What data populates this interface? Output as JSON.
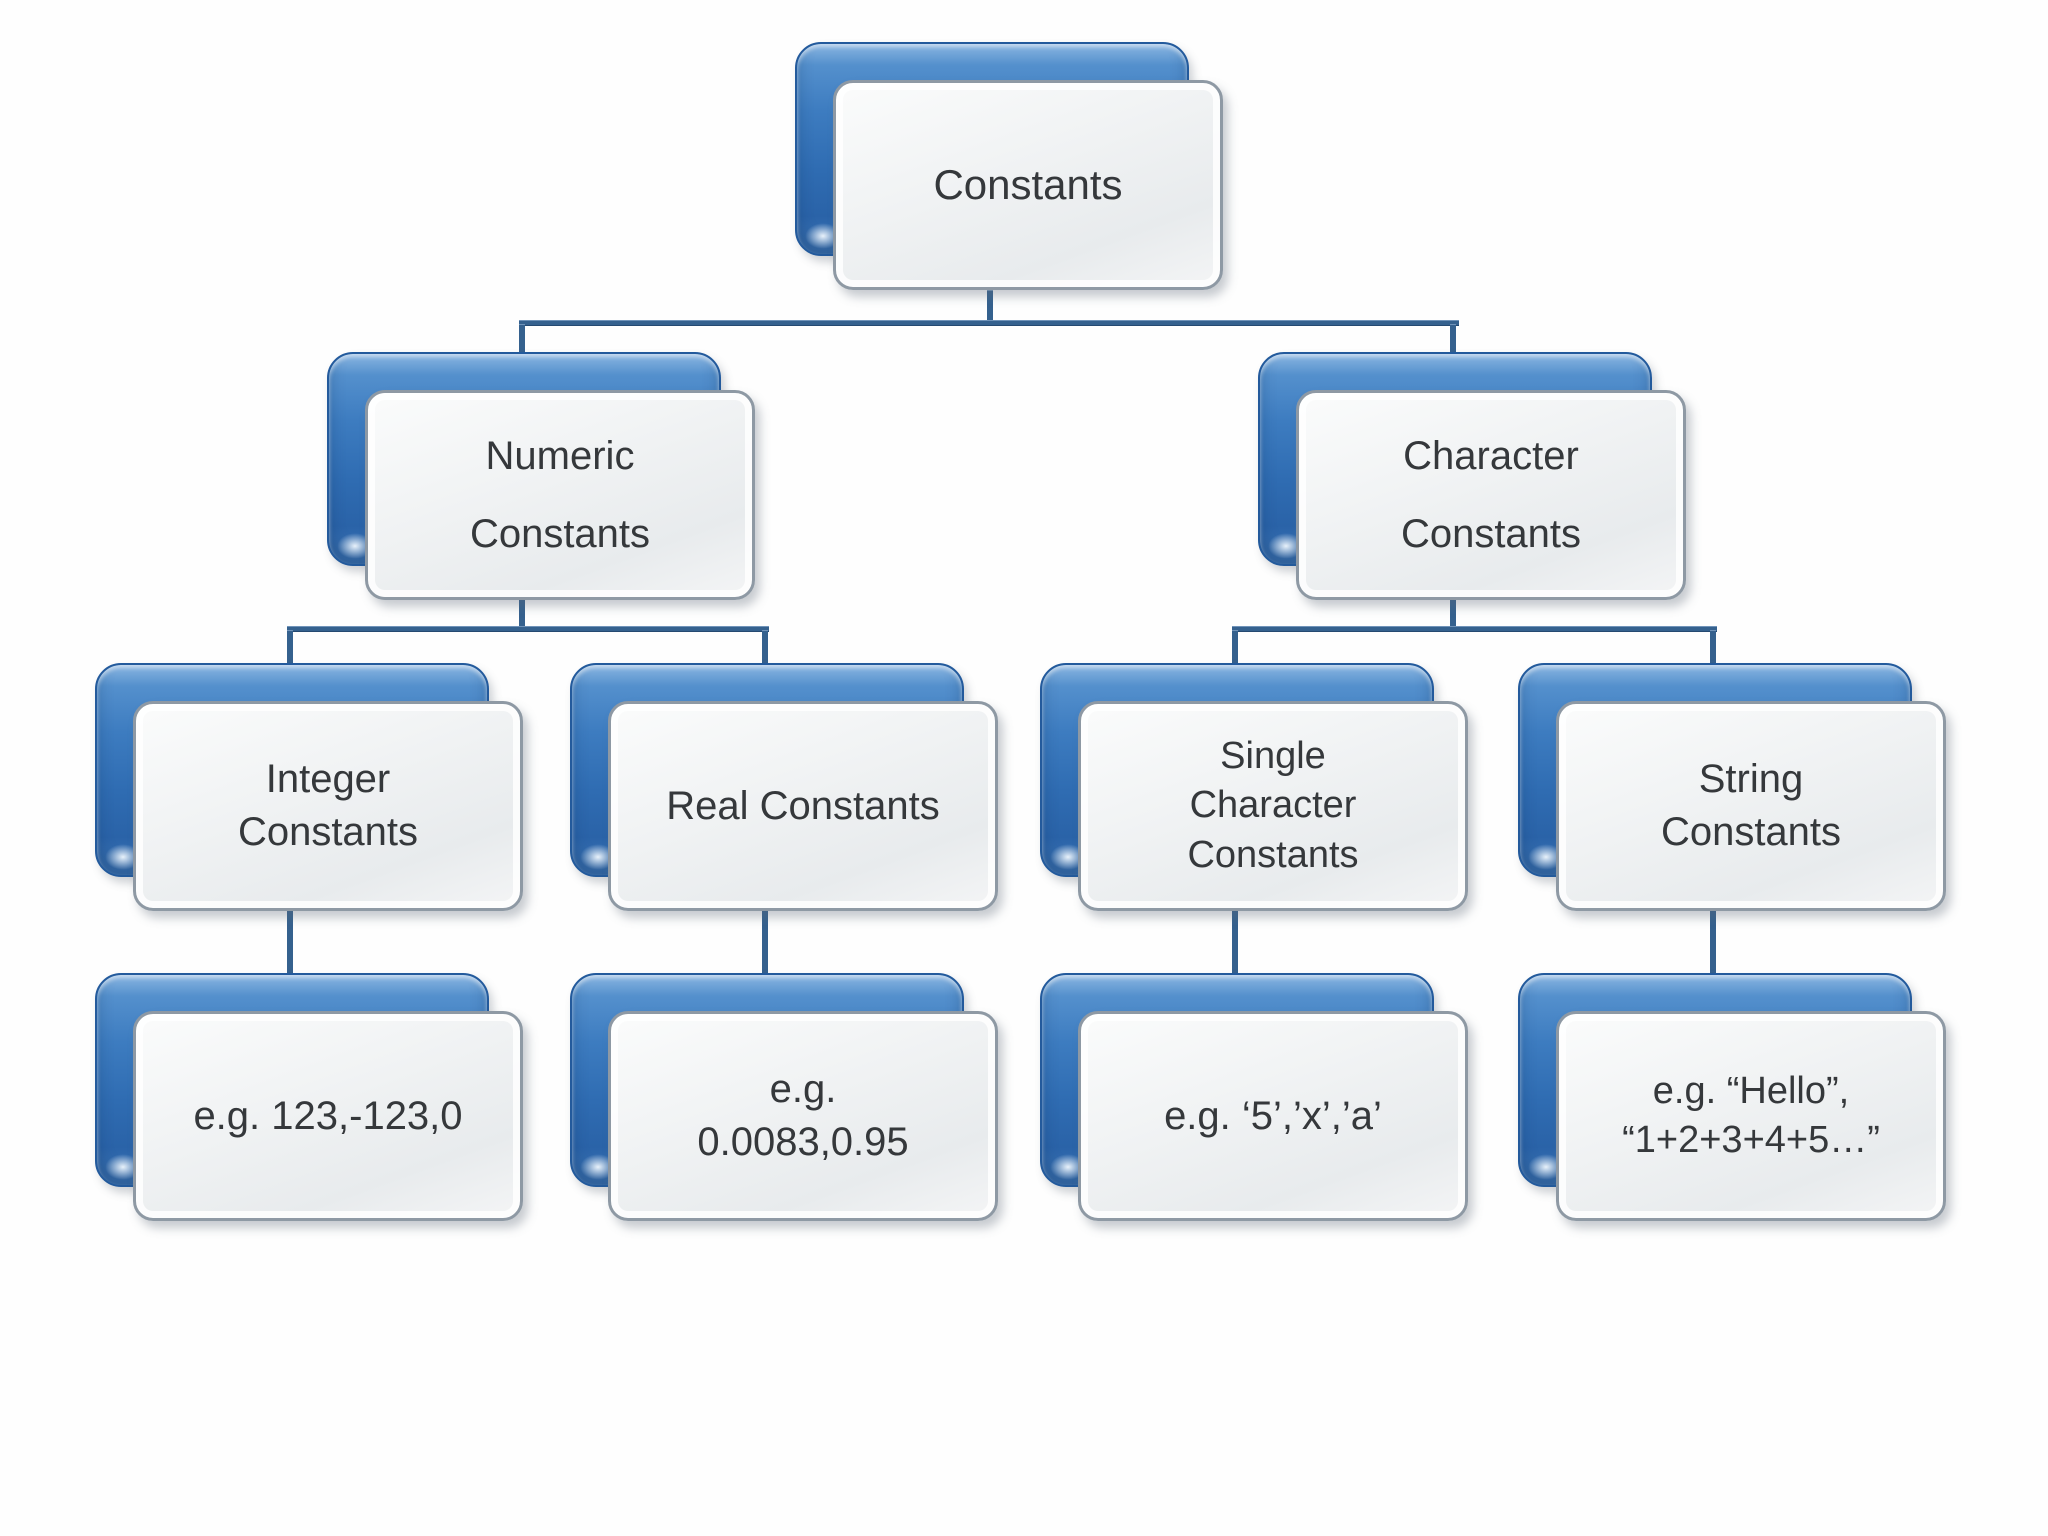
{
  "diagram": {
    "type": "hierarchy-tree",
    "topic": "Constants"
  },
  "nodes": {
    "constants": {
      "label": "Constants"
    },
    "numeric": {
      "label": "Numeric\nConstants"
    },
    "character": {
      "label": "Character\nConstants"
    },
    "integer": {
      "label": "Integer\nConstants"
    },
    "real": {
      "label": "Real Constants"
    },
    "single_character": {
      "label": "Single\nCharacter\nConstants"
    },
    "string": {
      "label": "String\nConstants"
    },
    "integer_example": {
      "label": "e.g. 123,-123,0"
    },
    "real_example": {
      "label": "e.g.\n0.0083,0.95"
    },
    "single_character_example": {
      "label": "e.g. ‘5’,’x’,’a’"
    },
    "string_example": {
      "label": "e.g. “Hello”,\n“1+2+3+4+5…”"
    }
  },
  "edges": [
    [
      "constants",
      "numeric"
    ],
    [
      "constants",
      "character"
    ],
    [
      "numeric",
      "integer"
    ],
    [
      "numeric",
      "real"
    ],
    [
      "character",
      "single_character"
    ],
    [
      "character",
      "string"
    ],
    [
      "integer",
      "integer_example"
    ],
    [
      "real",
      "real_example"
    ],
    [
      "single_character",
      "single_character_example"
    ],
    [
      "string",
      "string_example"
    ]
  ],
  "colors": {
    "card_back_blue": "#3d7cc0",
    "card_back_border": "#235a9c",
    "card_front_fill": "#eef0f2",
    "card_front_border": "#8e99a4",
    "connector": "#35618e",
    "text": "#35383b",
    "background": "#fefefe"
  }
}
